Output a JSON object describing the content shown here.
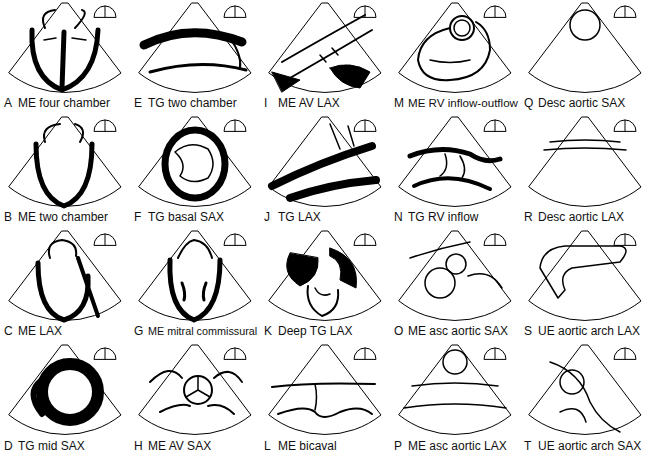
{
  "diagram": {
    "labels": [
      "A",
      "ME four chamber",
      "E",
      "TG two chamber",
      "I",
      "ME AV LAX",
      "M",
      "ME RV inflow-outflow",
      "Q",
      "Desc aortic SAX",
      "B",
      "ME two chamber",
      "F",
      "TG basal SAX",
      "J",
      "TG LAX",
      "N",
      "TG RV inflow",
      "R",
      "Desc aortic LAX",
      "C",
      "ME LAX",
      "G",
      "ME mitral commissural",
      "K",
      "Deep TG LAX",
      "O",
      "ME asc aortic SAX",
      "S",
      "UE aortic arch LAX",
      "D",
      "TG mid SAX",
      "H",
      "ME AV SAX",
      "L",
      "ME bicaval",
      "P",
      "ME asc aortic LAX",
      "T",
      "UE aortic arch SAX"
    ]
  }
}
